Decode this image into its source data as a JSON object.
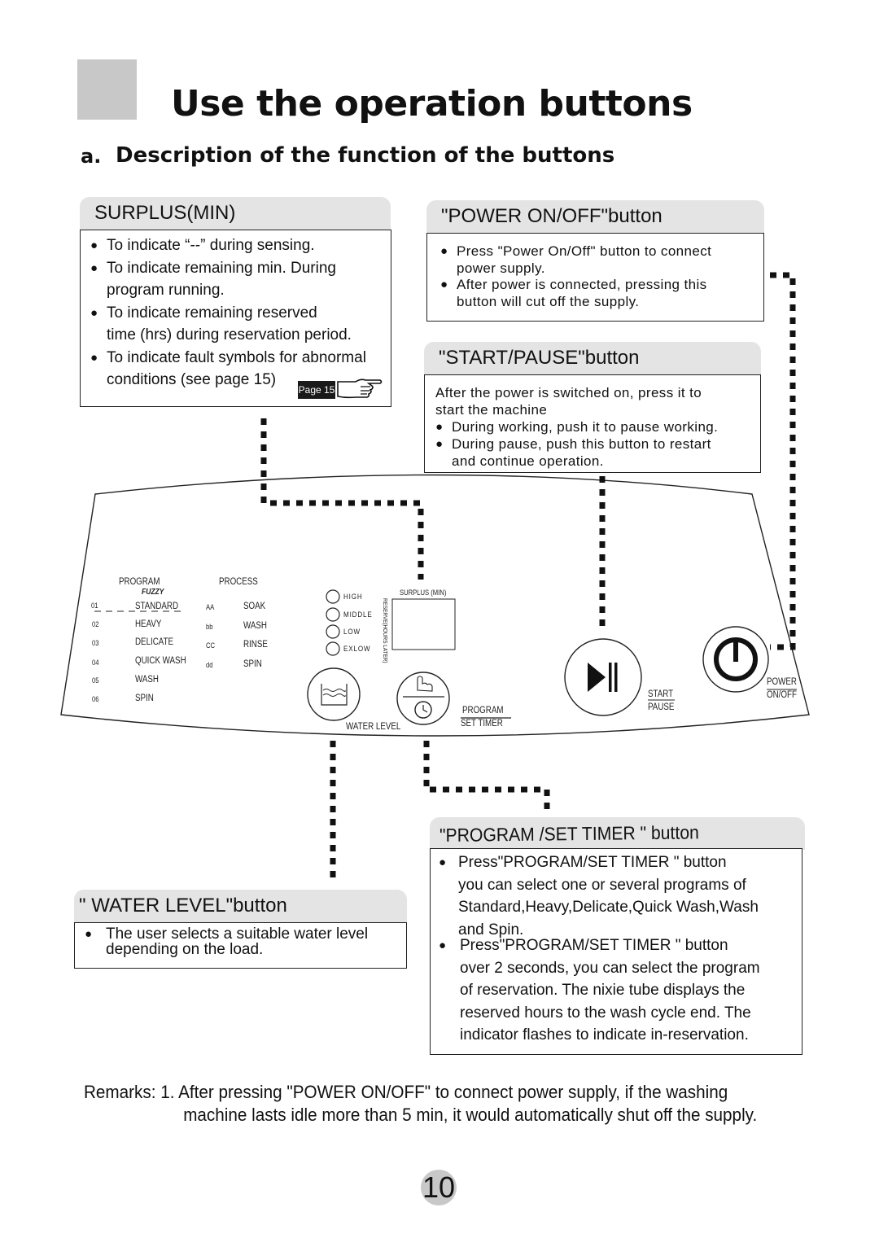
{
  "header": {
    "title": "Use the operation buttons",
    "section_letter": "a.",
    "section_title": "Description of the function of the buttons"
  },
  "surplus": {
    "title": "SURPLUS(MIN)",
    "items": [
      [
        "To indicate “--” during sensing."
      ],
      [
        "To indicate remaining min. During",
        "program running."
      ],
      [
        "To indicate remaining reserved",
        "time (hrs) during reservation period."
      ],
      [
        "To indicate fault symbols for abnormal",
        "conditions (see page 15)"
      ]
    ],
    "page_ref": "Page 15"
  },
  "power": {
    "title": "\"POWER ON/OFF\"button",
    "items": [
      [
        "Press \"Power On/Off\" button to connect",
        "power supply."
      ],
      [
        "After power is connected, pressing this",
        "button will cut off the supply."
      ]
    ]
  },
  "start": {
    "title": "\"START/PAUSE\"button",
    "intro": [
      "After the power is switched on, press it to",
      "start the machine"
    ],
    "items": [
      [
        "During working, push it to pause working."
      ],
      [
        "During pause, push this button to restart",
        "and continue operation."
      ]
    ]
  },
  "water": {
    "title": "\" WATER LEVEL\"button",
    "items": [
      [
        "The user selects a suitable water level",
        "depending on the load."
      ]
    ]
  },
  "program": {
    "title": "\"PROGRAM /SET TIMER \" button",
    "items": [
      [
        "Press\"PROGRAM/SET TIMER \" button",
        " you can select one or several programs of",
        "Standard,Heavy,Delicate,Quick Wash,Wash",
        "and Spin."
      ],
      [
        "Press\"PROGRAM/SET TIMER \" button",
        "over 2 seconds, you can select  the program",
        "of  reservation. The nixie tube displays the",
        "reserved hours to the wash cycle end. The",
        "indicator flashes to indicate in-reservation."
      ]
    ]
  },
  "panel": {
    "program_header": "PROGRAM",
    "process_header": "PROCESS",
    "fuzzy": "FUZZY",
    "programs": [
      {
        "code": "01",
        "name": "STANDARD"
      },
      {
        "code": "02",
        "name": "HEAVY"
      },
      {
        "code": "03",
        "name": "DELICATE"
      },
      {
        "code": "04",
        "name": "QUICK WASH"
      },
      {
        "code": "05",
        "name": "WASH"
      },
      {
        "code": "06",
        "name": "SPIN"
      }
    ],
    "processes": [
      {
        "code": "AA",
        "name": "SOAK"
      },
      {
        "code": "bb",
        "name": "WASH"
      },
      {
        "code": "CC",
        "name": "RINSE"
      },
      {
        "code": "dd",
        "name": "SPIN"
      }
    ],
    "levels": [
      "HIGH",
      "MIDDLE",
      "LOW",
      "EXLOW"
    ],
    "reserve_label": "RESERVE(HOURS LATER)",
    "surplus_label": "SURPLUS (MIN)",
    "water_level_label": "WATER LEVEL",
    "program_label": "PROGRAM",
    "set_timer_label": "SET TIMER",
    "start_label": "START",
    "pause_label": "PAUSE",
    "power_label": "POWER",
    "onoff_label": "ON/OFF"
  },
  "remarks": {
    "line1": "Remarks: 1. After pressing \"POWER ON/OFF\" to connect power supply, if the washing",
    "line2": "machine  lasts idle more than 5 min, it would automatically shut off the supply."
  },
  "page_number": "10"
}
